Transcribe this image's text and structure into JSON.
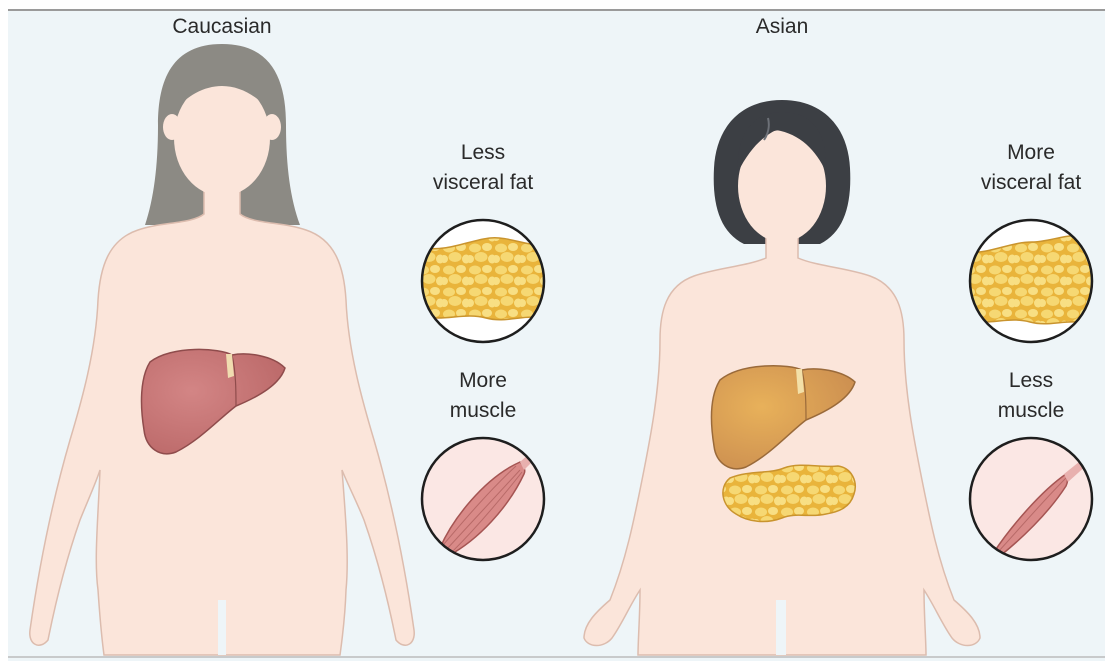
{
  "groups": [
    {
      "title": "Caucasian",
      "fat_label": [
        "Less",
        "visceral fat"
      ],
      "muscle_label": [
        "More",
        "muscle"
      ]
    },
    {
      "title": "Asian",
      "fat_label": [
        "More",
        "visceral fat"
      ],
      "muscle_label": [
        "Less",
        "muscle"
      ]
    }
  ],
  "colors": {
    "background": "#eef5f8",
    "skin": "#fbe5da",
    "skin_outline": "#d9b7a8",
    "hair_caucasian": "#8c8a84",
    "hair_asian": "#3c3f44",
    "liver_caucasian": "#c77777",
    "liver_asian": "#d9a15c",
    "fat": "#f2c94c",
    "muscle": "#d98a88"
  },
  "icons": [
    "liver-icon",
    "visceral-fat-icon",
    "muscle-icon"
  ]
}
